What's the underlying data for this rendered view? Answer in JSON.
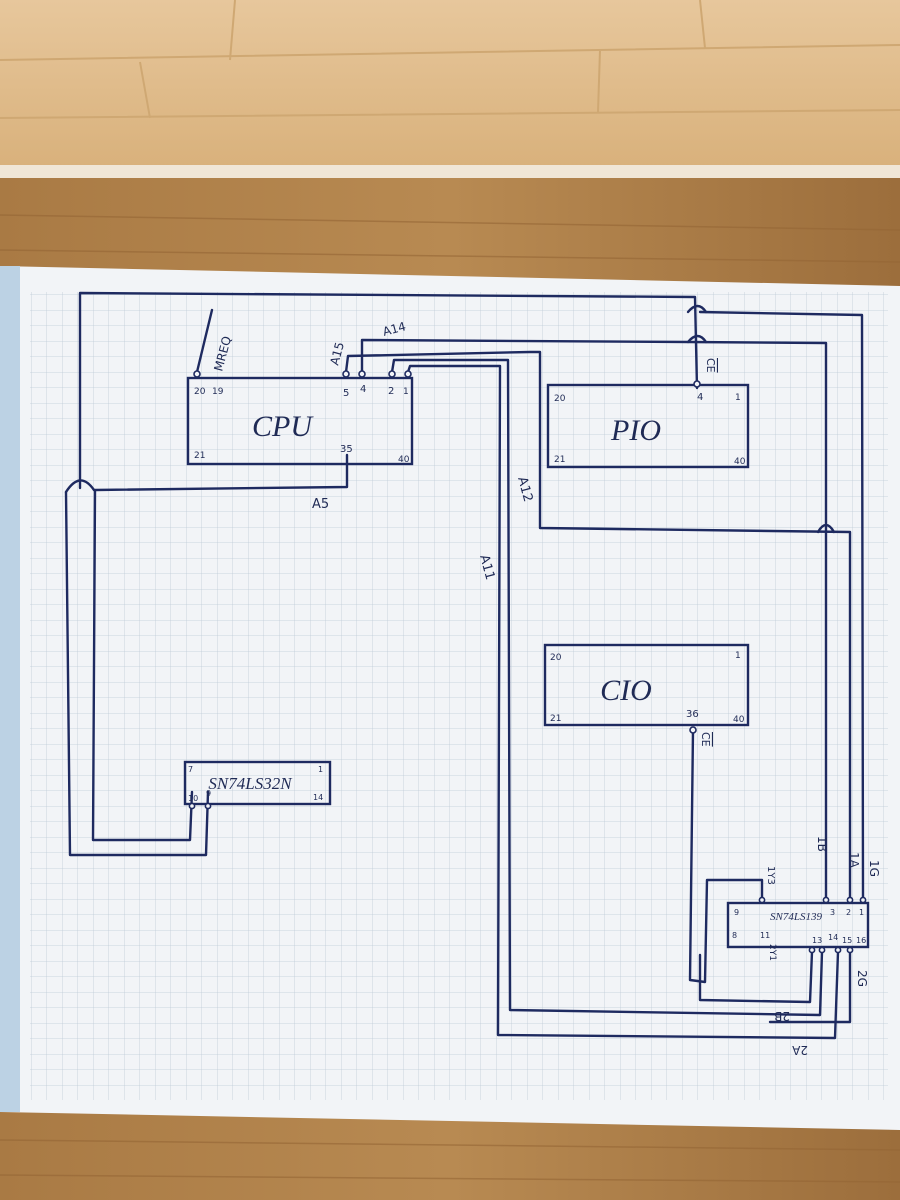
{
  "chips": {
    "cpu": {
      "name": "CPU",
      "pin_tl": "20",
      "pin_bl": "21",
      "pin_tr": "1",
      "pin_br": "40",
      "pin_19": "19",
      "pin_35": "35",
      "pin_5": "5",
      "pin_4": "4",
      "pin_2": "2"
    },
    "pio": {
      "name": "PIO",
      "pin_tl": "20",
      "pin_bl": "21",
      "pin_tr": "1",
      "pin_br": "40",
      "pin_4": "4"
    },
    "cio": {
      "name": "CIO",
      "pin_tl": "20",
      "pin_bl": "21",
      "pin_tr": "1",
      "pin_br": "40",
      "pin_36": "36"
    },
    "sn32": {
      "name": "SN74LS32N",
      "pin_tl": "7",
      "pin_tr": "1",
      "pin_br": "14",
      "pin_10": "10",
      "pin_9": "9"
    },
    "sn139": {
      "name": "SN74LS139",
      "pin_1": "1",
      "pin_2": "2",
      "pin_3": "3",
      "pin_16": "16",
      "pin_15": "15",
      "pin_14": "14",
      "pin_13": "13",
      "pin_11": "11",
      "pin_9": "9",
      "pin_8": "8"
    }
  },
  "signals": {
    "mreq": "MREQ",
    "a15": "A15",
    "a14": "A14",
    "a5": "A5",
    "a12": "A12",
    "a11": "A11",
    "ce_pio": "CE",
    "ce_cio": "CE",
    "g1": "1G",
    "a1": "1A",
    "b1": "1B",
    "y3": "1Y3",
    "y1": "2Y1",
    "g2": "2G",
    "b2": "2B",
    "a2": "2A"
  }
}
